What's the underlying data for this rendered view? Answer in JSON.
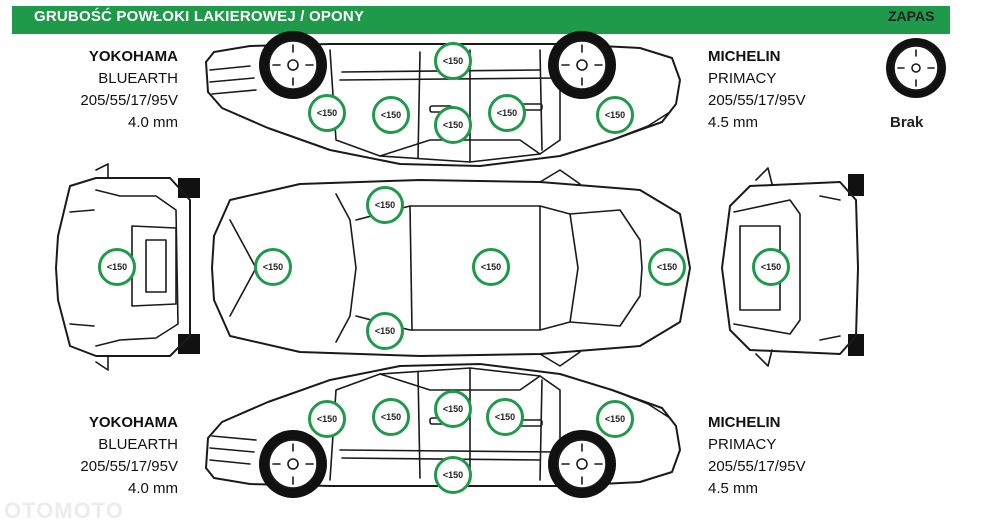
{
  "header": {
    "title": "GRUBOŚĆ POWŁOKI LAKIEROWEJ / OPONY"
  },
  "spare": {
    "label": "ZAPAS",
    "status": "Brak"
  },
  "tires": {
    "front_left": {
      "brand": "YOKOHAMA",
      "model": "BLUEARTH",
      "size": "205/55/17/95V",
      "tread": "4.0 mm"
    },
    "front_right": {
      "brand": "MICHELIN",
      "model": "PRIMACY",
      "size": "205/55/17/95V",
      "tread": "4.5 mm"
    },
    "rear_left": {
      "brand": "YOKOHAMA",
      "model": "BLUEARTH",
      "size": "205/55/17/95V",
      "tread": "4.0 mm"
    },
    "rear_right": {
      "brand": "MICHELIN",
      "model": "PRIMACY",
      "size": "205/55/17/95V",
      "tread": "4.5 mm"
    }
  },
  "measurements": {
    "upper_roof_rail": "<150",
    "upper_front_wing": "<150",
    "upper_front_door": "<150",
    "upper_sill": "<150",
    "upper_rear_door": "<150",
    "upper_rear_wing": "<150",
    "front_bumper": "<150",
    "hood": "<150",
    "top_left_pillar": "<150",
    "roof": "<150",
    "top_right_pillar": "<150",
    "trunk": "<150",
    "rear_bumper": "<150",
    "lower_front_wing": "<150",
    "lower_front_door": "<150",
    "lower_pillar": "<150",
    "lower_rear_door": "<150",
    "lower_rear_wing": "<150",
    "lower_sill": "<150"
  },
  "watermark": "OTOMOTO",
  "colors": {
    "accent": "#1f9a4a",
    "line": "#1a1a1a",
    "tire": "#111111"
  }
}
